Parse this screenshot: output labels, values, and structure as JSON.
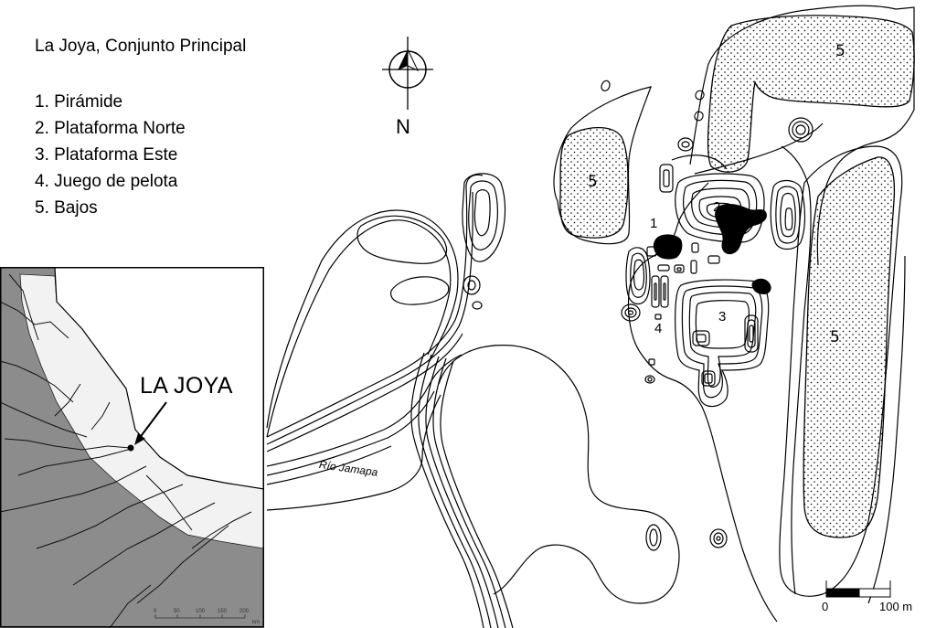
{
  "map": {
    "title": "La Joya, Conjunto Principal",
    "legend": [
      {
        "number": "1",
        "label": "1. Pirámide"
      },
      {
        "number": "2",
        "label": "2. Plataforma Norte"
      },
      {
        "number": "3",
        "label": "3. Plataforma Este"
      },
      {
        "number": "4",
        "label": "4. Juego de pelota"
      },
      {
        "number": "5",
        "label": "5. Bajos"
      }
    ],
    "north_label": "N",
    "feature_labels": {
      "piramide": "1",
      "plataforma_norte": "2",
      "plataforma_este": "3",
      "juego_de_pelota": "4",
      "bajo": "5"
    },
    "river_label": "Río Jamapa",
    "scale_bar": {
      "start_label": "0",
      "end_label": "100 m"
    },
    "inset": {
      "site_label": "LA JOYA",
      "scale_labels": [
        "0",
        "50",
        "100",
        "150",
        "200",
        "km"
      ]
    },
    "colors": {
      "ink": "#000000",
      "land": "#8c8c8c",
      "coastal_plain": "#f2f2f2",
      "sea": "#ffffff"
    }
  }
}
